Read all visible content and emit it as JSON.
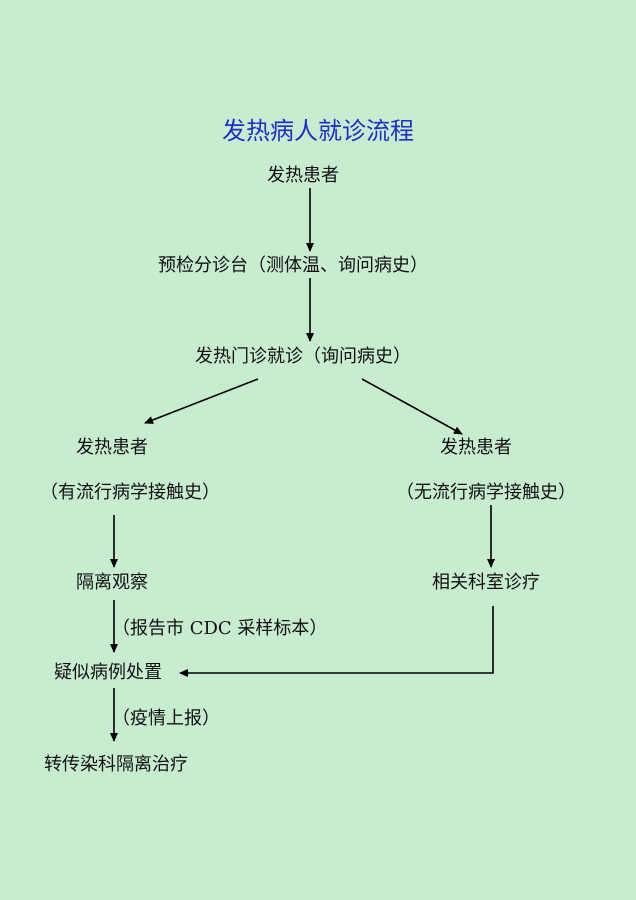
{
  "colors": {
    "background": "#c8ecd0",
    "title": "#1f2ec4",
    "text": "#111111",
    "arrow": "#000000"
  },
  "title": "发热病人就诊流程",
  "nodes": {
    "fever_patient": "发热患者",
    "precheck": "预检分诊台（测体温、询问病史）",
    "fever_clinic": "发热门诊就诊（询问病史）",
    "left_patient": "发热患者",
    "left_history": "（有流行病学接触史）",
    "right_patient": "发热患者",
    "right_history": "（无流行病学接触史）",
    "isolation": "隔离观察",
    "report_cdc": "（报告市 CDC 采样标本）",
    "related_dept": "相关科室诊疗",
    "suspected": "疑似病例处置",
    "epidemic_report": "（疫情上报）",
    "transfer": "转传染科隔离治疗"
  }
}
